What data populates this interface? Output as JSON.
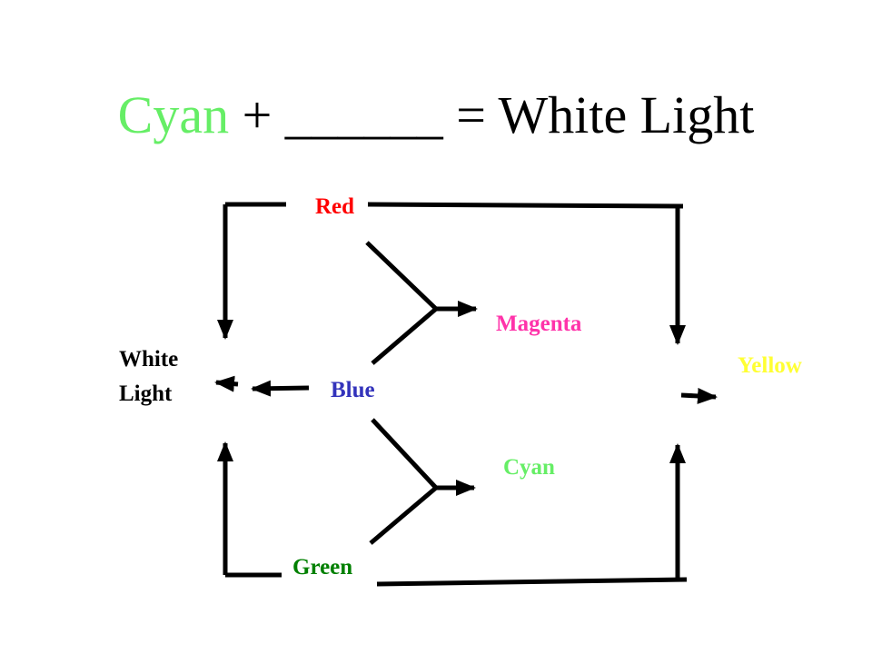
{
  "title": {
    "color_word": "Cyan",
    "rest": " + ______ = White Light"
  },
  "nodes": {
    "red": "Red",
    "blue": "Blue",
    "green": "Green",
    "magenta": "Magenta",
    "cyan": "Cyan",
    "yellow": "Yellow",
    "white_line1": "White",
    "white_line2": "Light"
  },
  "colors": {
    "cyan": "#66ee66",
    "red": "#ff0000",
    "blue": "#3333bb",
    "green": "#008000",
    "magenta": "#ff33aa",
    "yellow": "#ffff33",
    "black": "#000000"
  }
}
